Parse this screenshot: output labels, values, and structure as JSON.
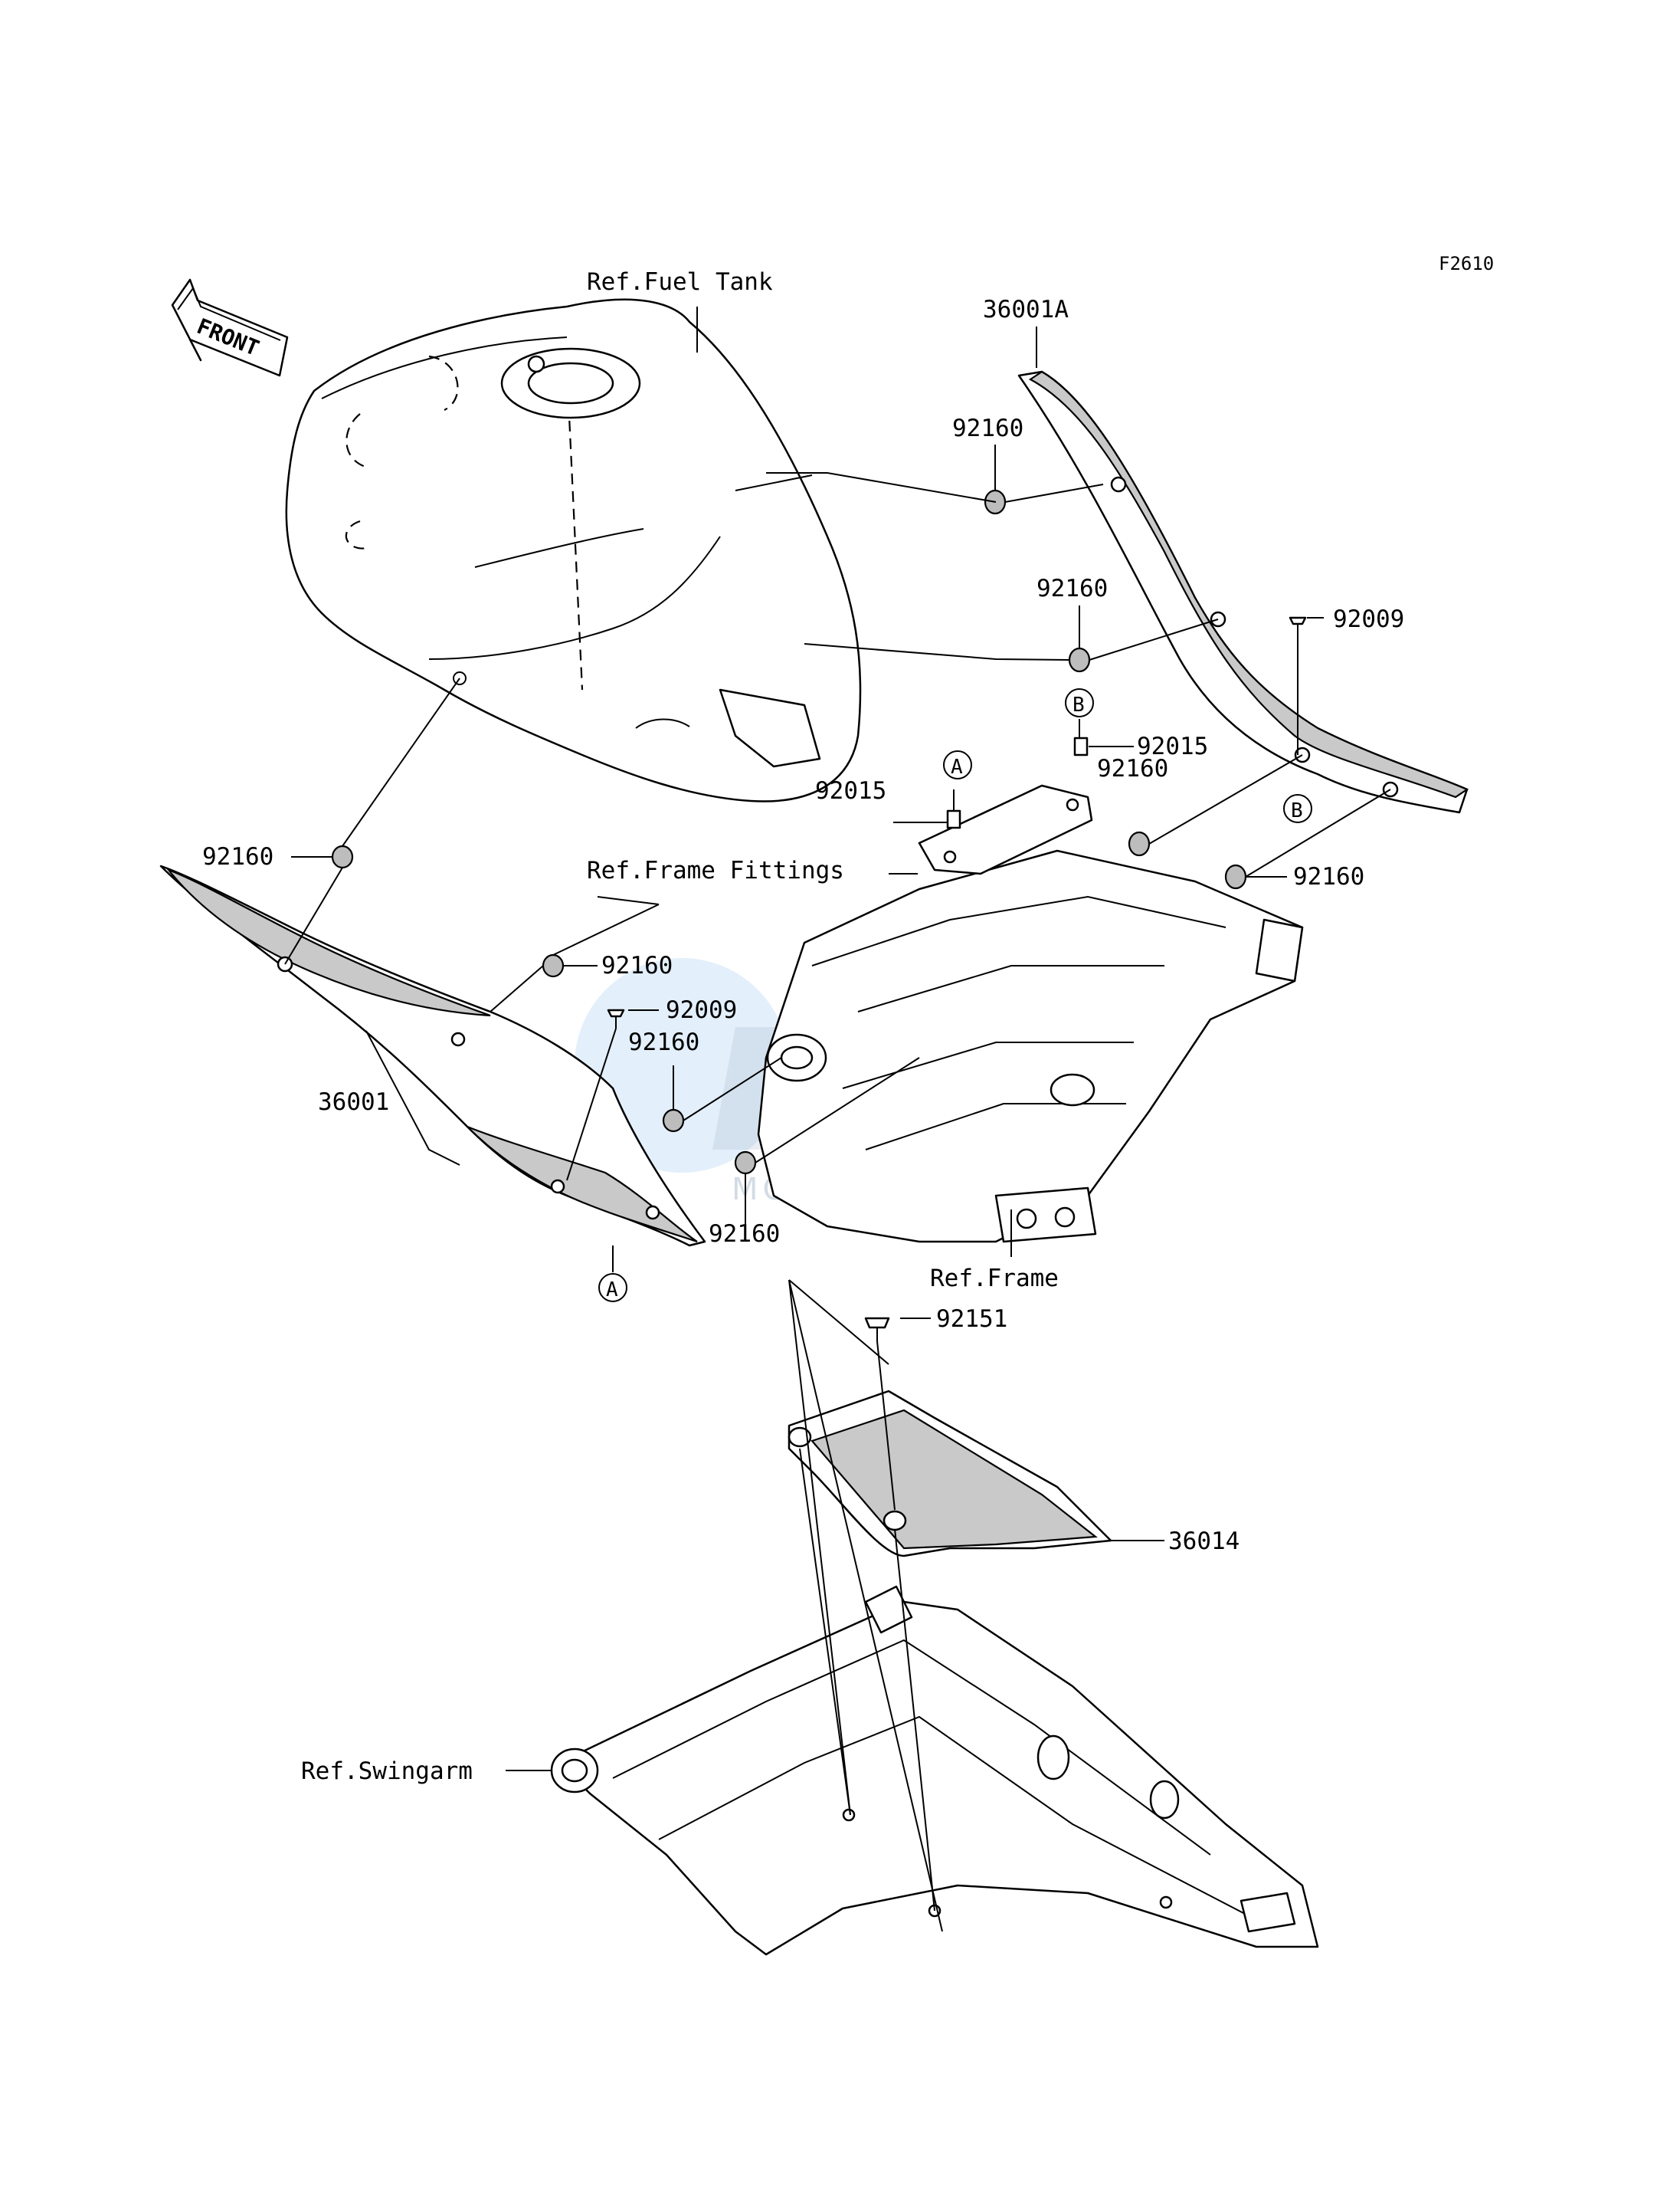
{
  "diagram": {
    "code": "F2610",
    "front_arrow_label": "FRONT",
    "watermark_text": "MOTORPARTS",
    "references": {
      "fuel_tank": "Ref.Fuel Tank",
      "frame_fittings": "Ref.Frame Fittings",
      "frame": "Ref.Frame",
      "swingarm": "Ref.Swingarm"
    },
    "parts": {
      "p36001A": "36001A",
      "p36001": "36001",
      "p36014": "36014",
      "p92160": "92160",
      "p92009": "92009",
      "p92015": "92015",
      "p92151": "92151"
    },
    "markers": {
      "a": "A",
      "b": "B"
    }
  }
}
